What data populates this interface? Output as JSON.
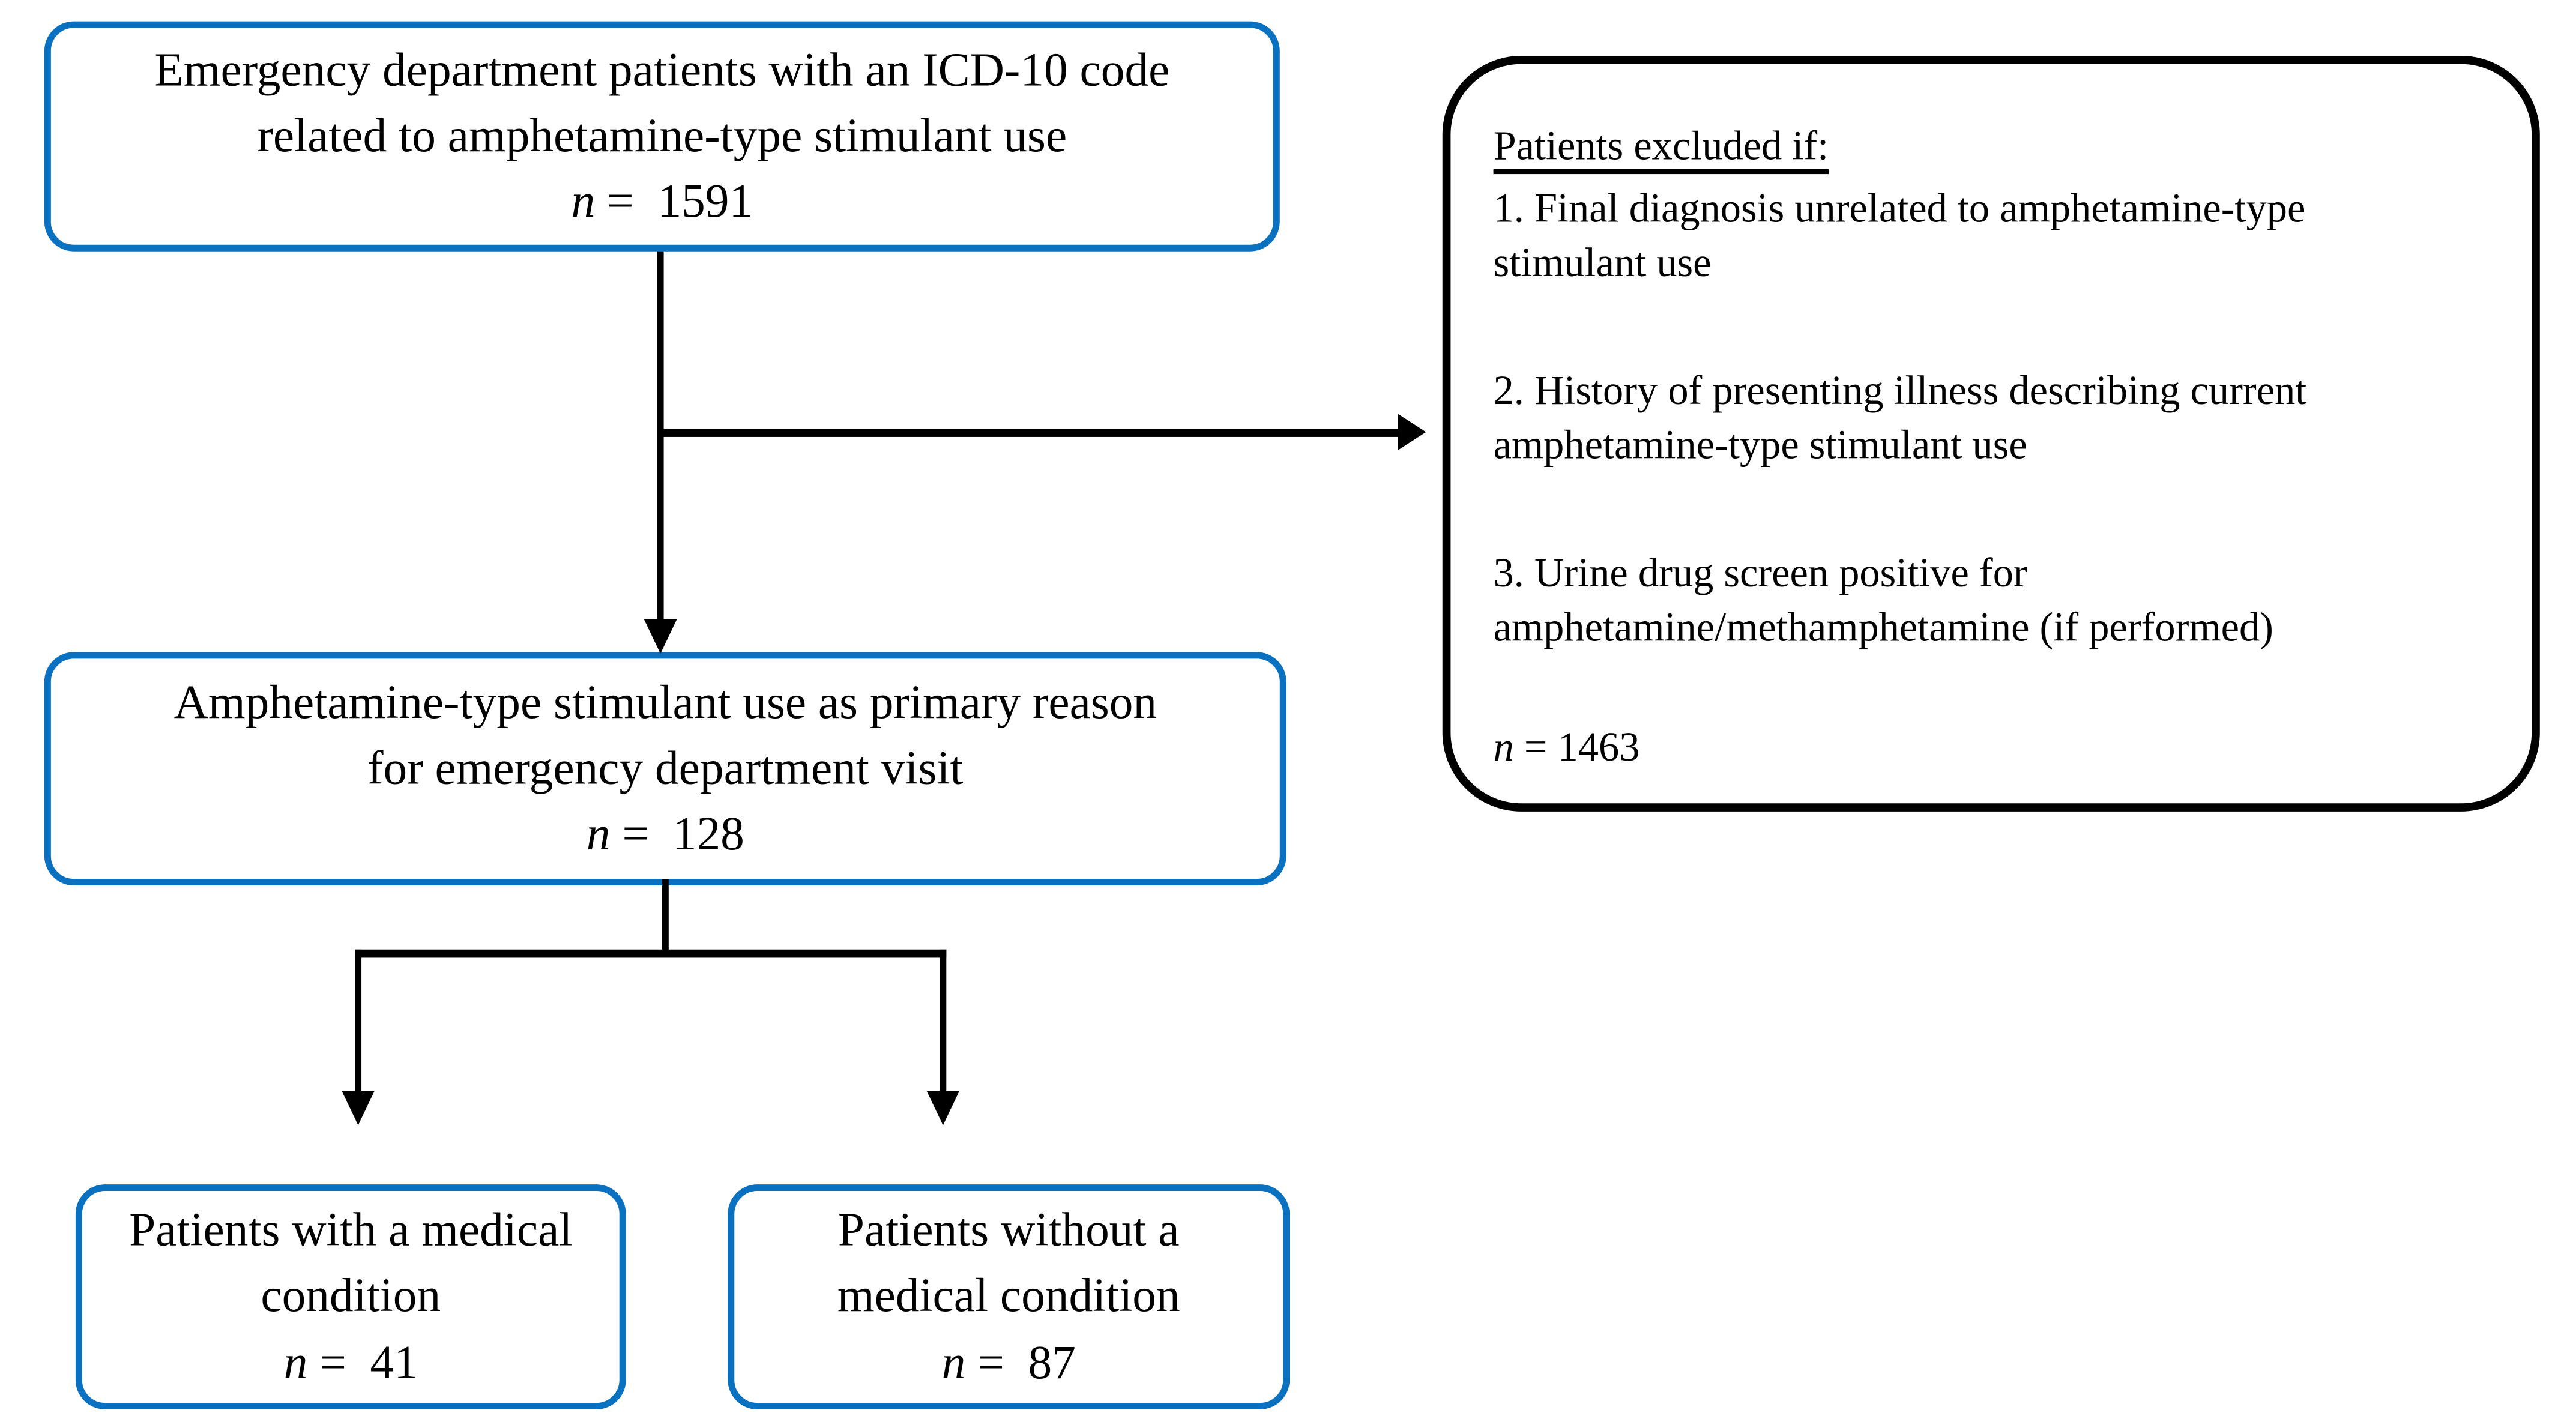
{
  "colors": {
    "blue": "#0a70c0",
    "black": "#000000"
  },
  "source_box": {
    "text": "Emergency department patients with an ICD-10 code\nrelated to amphetamine-type stimulant use",
    "n_var": "n",
    "n_rest": " =  1591"
  },
  "exclusion_box": {
    "heading": "Patients excluded if:",
    "items": [
      "1. Final diagnosis unrelated to amphetamine-type\nstimulant use",
      "2. History of presenting illness describing current\namphetamine-type stimulant use",
      "3. Urine drug screen positive for\namphetamine/methamphetamine (if performed)"
    ],
    "n_var": "n",
    "n_rest": " = 1463"
  },
  "primary_box": {
    "text": "Amphetamine-type stimulant use as primary reason\nfor emergency department visit",
    "n_var": "n",
    "n_rest": " =  128"
  },
  "medical_box": {
    "text": "Patients with a medical\ncondition",
    "n_var": "n",
    "n_rest": " =  41"
  },
  "no_medical_box": {
    "text": "Patients without a\nmedical condition",
    "n_var": "n",
    "n_rest": " =  87"
  }
}
